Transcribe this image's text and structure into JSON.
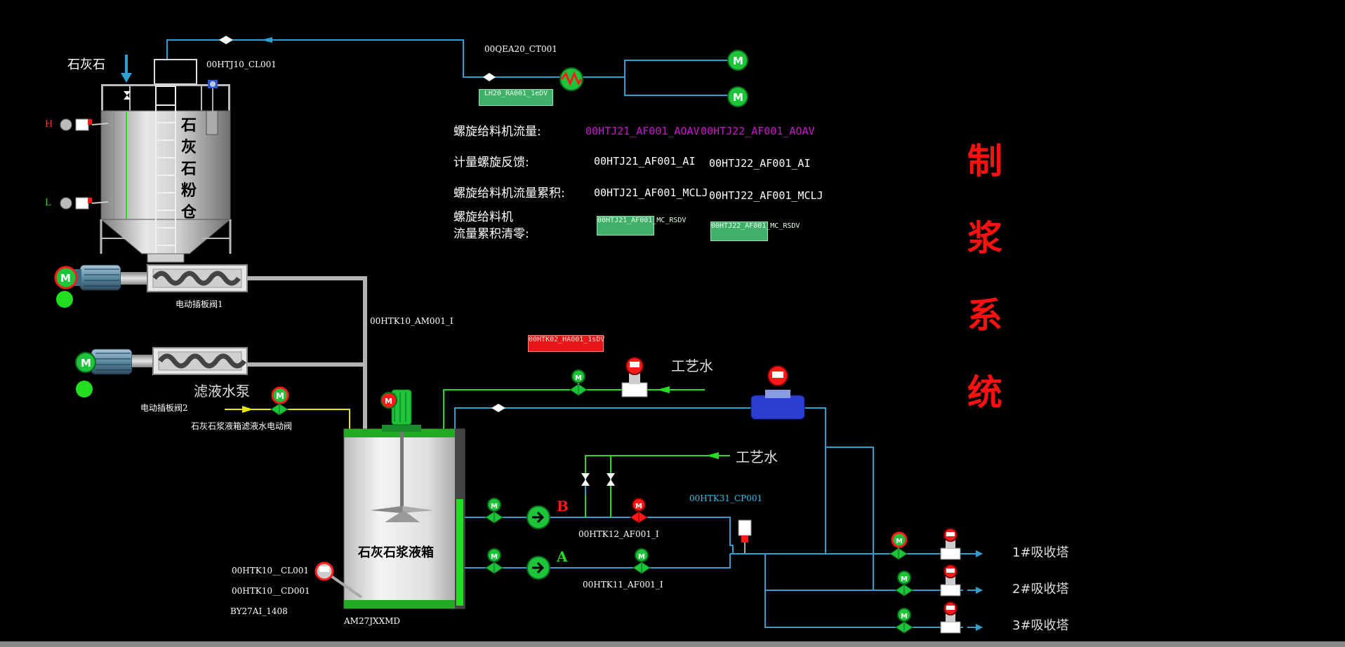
{
  "title": {
    "chars": [
      "制",
      "浆",
      "系",
      "统"
    ],
    "color": "#ff1010"
  },
  "silo": {
    "label_chars": [
      "石",
      "灰",
      "石",
      "粉",
      "仓"
    ],
    "level_h": "H",
    "level_l": "L"
  },
  "labels": {
    "limestone": "石灰石",
    "tag_silo_cl": "00HTJ10_CL001",
    "tag_qea": "00QEA20_CT001",
    "feeder_flow_label": "螺旋给料机流量:",
    "feeder_flow_1": "00HTJ21_AF001_AOAV",
    "feeder_flow_2": "00HTJ22_AF001_AOAV",
    "meter_feedback_label": "计量螺旋反馈:",
    "meter_feedback_1": "00HTJ21_AF001_AI",
    "meter_feedback_2": "00HTJ22_AF001_AI",
    "accum_label": "螺旋给料机流量累积:",
    "accum_1": "00HTJ21_AF001_MCLJ",
    "accum_2": "00HTJ22_AF001_MCLJ",
    "reset_label_1": "螺旋给料机",
    "reset_label_2": "流量累积清零:",
    "gate_valve_1": "电动插板阀1",
    "gate_valve_2": "电动插板阀2",
    "tag_am001": "00HTK10_AM001_I",
    "filtrate_pump": "滤液水泵",
    "filtrate_valve": "石灰石浆液箱滤液水电动阀",
    "process_water_1": "工艺水",
    "process_water_2": "工艺水",
    "slurry_tank": "石灰石浆液箱",
    "tag_cl": "00HTK10__CL001",
    "tag_cd": "00HTK10__CD001",
    "tag_by": "BY27AI_1408",
    "tag_am27": "AM27JXXMD",
    "pump_b": "B",
    "pump_a": "A",
    "tag_af12": "00HTK12_AF001_I",
    "tag_af11": "00HTK11_AF001_I",
    "tag_cp": "00HTK31_CP001",
    "tower_1": "1#吸收塔",
    "tower_2": "2#吸收塔",
    "tower_3": "3#吸收塔"
  },
  "buttons": {
    "btn_top": "LH20_RA001_1eDV",
    "btn_reset_1": "00HTJ21_AF001_MC_RSDV",
    "btn_reset_2": "00HTJ22_AF001_MC_RSDV",
    "btn_red": "00HTK02_HA001_1sDV"
  },
  "colors": {
    "pipe": "#2f9fd0",
    "pipe_gray": "#b4b4b4",
    "water": "#22dd22",
    "motor_green": "#1ec43a",
    "valve_red": "#ff1a1a",
    "magenta_value": "#d010d0"
  }
}
